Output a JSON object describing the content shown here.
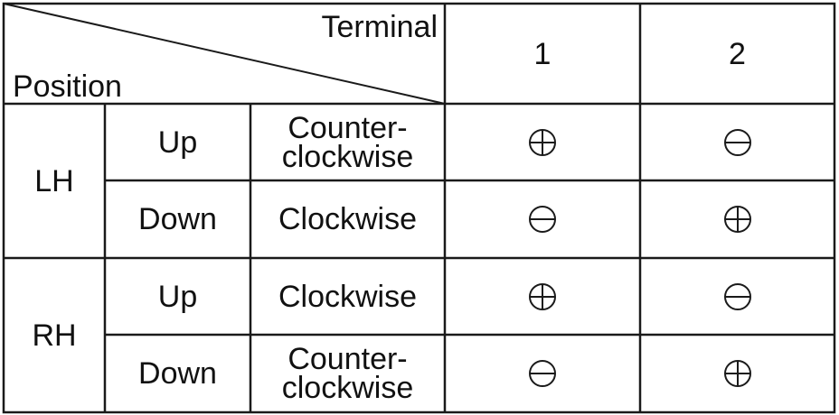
{
  "table": {
    "corner": {
      "top_right_label": "Terminal",
      "bottom_left_label": "Position"
    },
    "terminal_headers": [
      "1",
      "2"
    ],
    "groups": [
      {
        "label": "LH",
        "rows": [
          {
            "direction": "Up",
            "rotation": "Counter-\nclockwise",
            "terminal_1": "plus",
            "terminal_2": "minus"
          },
          {
            "direction": "Down",
            "rotation": "Clockwise",
            "terminal_1": "minus",
            "terminal_2": "plus"
          }
        ]
      },
      {
        "label": "RH",
        "rows": [
          {
            "direction": "Up",
            "rotation": "Clockwise",
            "terminal_1": "plus",
            "terminal_2": "minus"
          },
          {
            "direction": "Down",
            "rotation": "Counter-\nclockwise",
            "terminal_1": "minus",
            "terminal_2": "plus"
          }
        ]
      }
    ],
    "symbols": {
      "plus": "circled-plus-icon",
      "minus": "circled-minus-icon"
    }
  }
}
